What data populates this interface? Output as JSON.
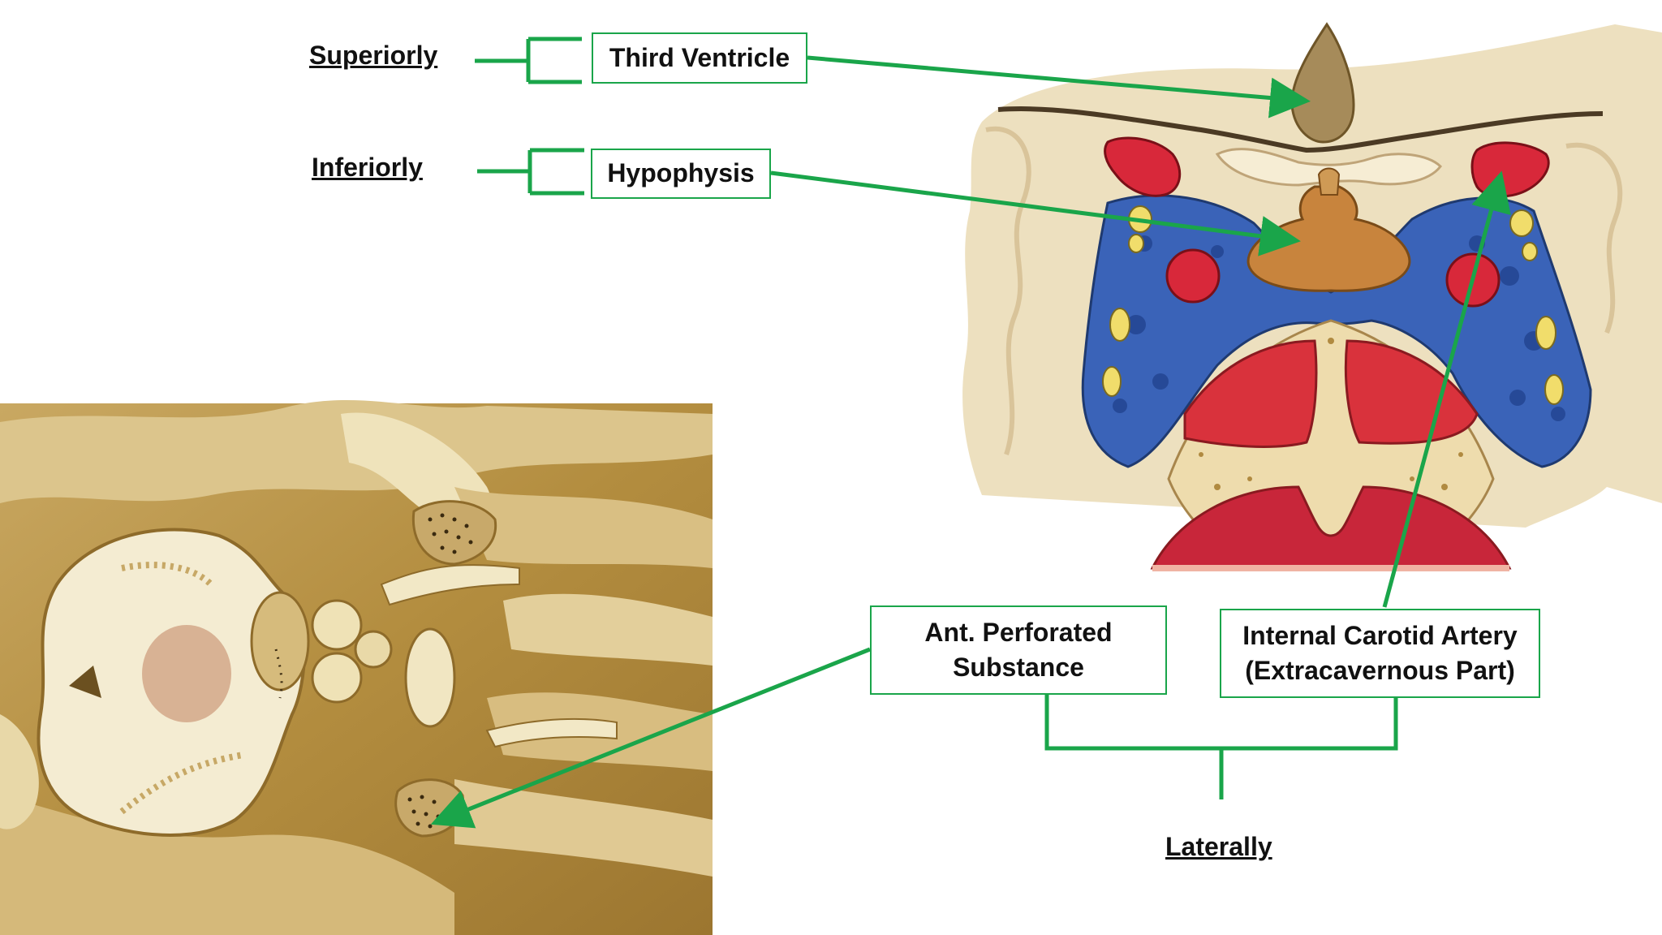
{
  "colors": {
    "connector": "#1aa54a",
    "text": "#111111"
  },
  "headings": {
    "superiorly": "Superiorly",
    "inferiorly": "Inferiorly",
    "laterally": "Laterally"
  },
  "boxes": {
    "third_ventricle": "Third Ventricle",
    "hypophysis": "Hypophysis",
    "ant_perforated_line1": "Ant. Perforated",
    "ant_perforated_line2": "Substance",
    "ica_line1": "Internal Carotid Artery",
    "ica_line2": "(Extracavernous Part)"
  },
  "images": {
    "coronal_section": "coronal-section-illustration",
    "basal_brain_view": "brain-base-illustration"
  }
}
